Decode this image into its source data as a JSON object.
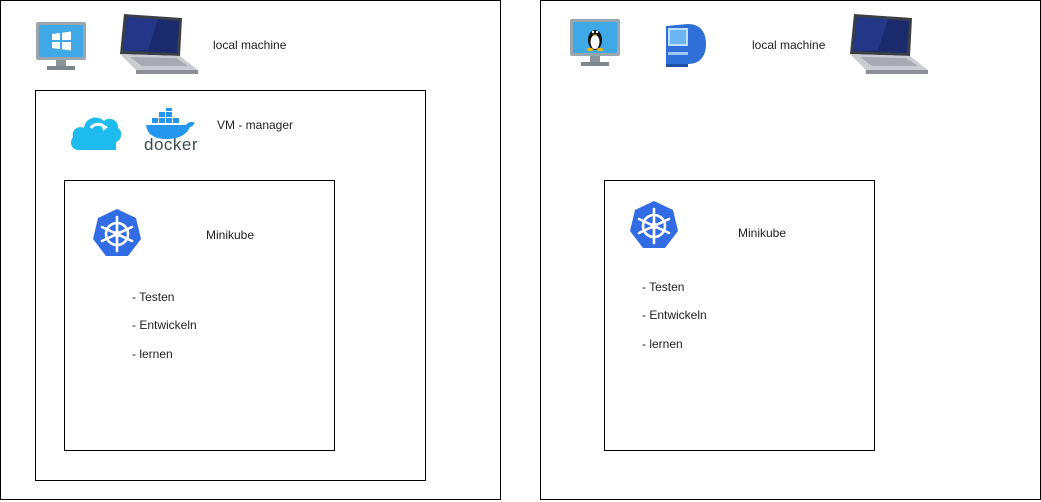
{
  "left": {
    "host_label": "local machine",
    "vm_label": "VM - manager",
    "docker_text": "docker",
    "minikube_label": "Minikube",
    "uses": [
      "- Testen",
      "- Entwickeln",
      "- lernen"
    ],
    "icons": [
      "windows-monitor-icon",
      "laptop-icon",
      "cloud-sync-icon",
      "docker-whale-icon",
      "kubernetes-icon"
    ]
  },
  "right": {
    "host_label": "local machine",
    "minikube_label": "Minikube",
    "uses": [
      "- Testen",
      "- Entwickeln",
      "- lernen"
    ],
    "icons": [
      "linux-monitor-icon",
      "mac-computer-icon",
      "laptop-icon",
      "kubernetes-icon"
    ]
  },
  "colors": {
    "windows_blue": "#3fa9e8",
    "cloud_blue": "#1ebbee",
    "docker_blue": "#2496ed",
    "kubernetes_blue": "#326ce5",
    "border": "#000000"
  }
}
